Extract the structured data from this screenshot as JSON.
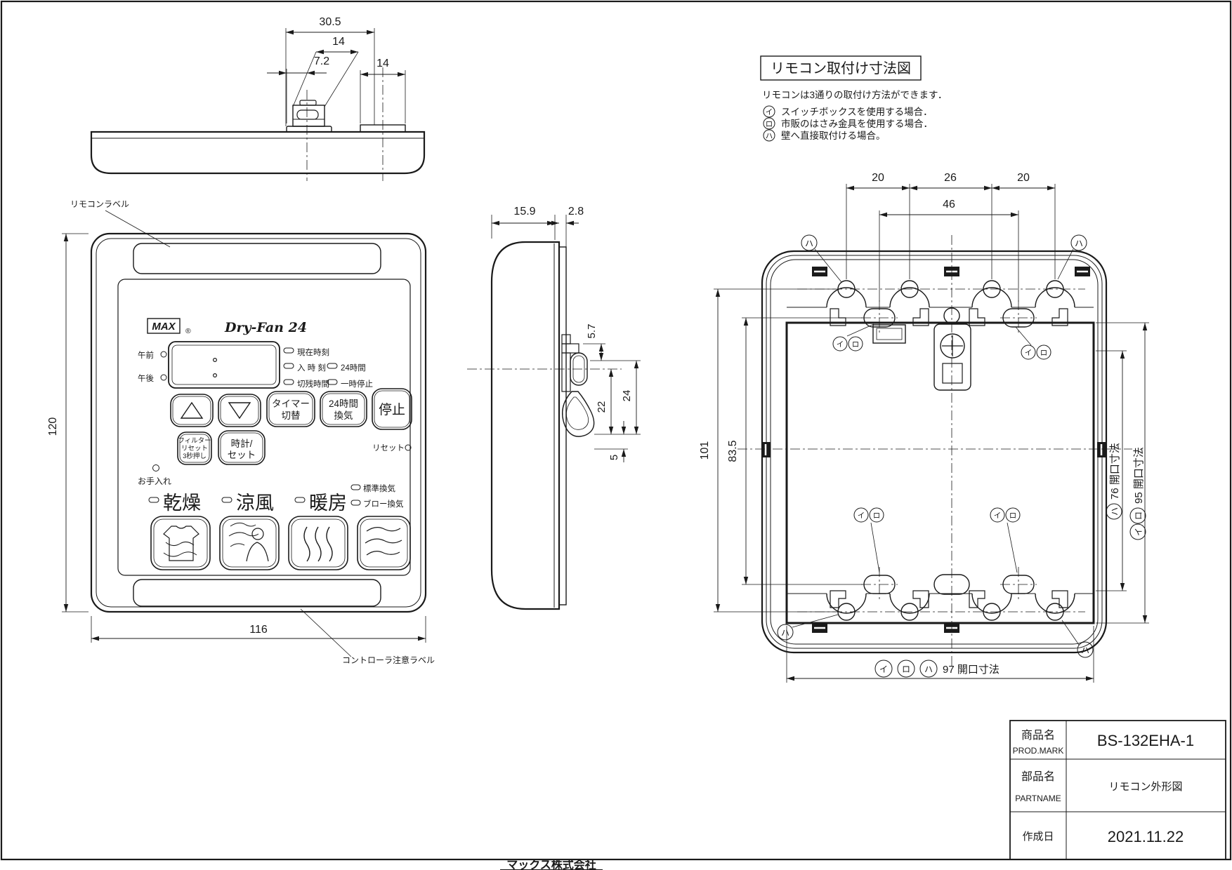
{
  "page": {
    "footer": "マックス株式会社"
  },
  "notes": {
    "title": "リモコン取付け寸法図",
    "intro": "リモコンは3通りの取付け方法ができます．",
    "items": [
      {
        "mark": "イ",
        "text": "スイッチボックスを使用する場合．"
      },
      {
        "mark": "ロ",
        "text": "市販のはさみ金具を使用する場合．"
      },
      {
        "mark": "ハ",
        "text": "壁へ直接取付ける場合。"
      }
    ]
  },
  "top_view": {
    "dim_overall": "30.5",
    "dim_slant": "14",
    "dim_left": "7.2",
    "dim_right": "14"
  },
  "front_view": {
    "pointer_top": "リモコンラベル",
    "pointer_bottom": "コントローラ注意ラベル",
    "brand": "MAX",
    "reg": "®",
    "product": "Dry-Fan 24",
    "am": "午前",
    "pm": "午後",
    "ind_now": "現在時刻",
    "ind_on": "入 時 刻",
    "ind_24h": "24時間",
    "ind_remain": "切残時間",
    "ind_pause": "一時停止",
    "btn_timer1": "タイマー",
    "btn_timer2": "切替",
    "btn_vent1": "24時間",
    "btn_vent2": "換気",
    "btn_stop": "停止",
    "btn_filter1": "フィルター",
    "btn_filter2": "リセット",
    "btn_filter3": "3秒押し",
    "btn_clock1": "時計/",
    "btn_clock2": "セット",
    "reset": "リセット",
    "care": "お手入れ",
    "mode_dry": "乾燥",
    "mode_cool": "涼風",
    "mode_heat": "暖房",
    "vent_std": "標準換気",
    "vent_blow": "ブロー換気",
    "dim_h": "120",
    "dim_w": "116"
  },
  "side_view": {
    "dim_depth": "15.9",
    "dim_plate": "2.8",
    "dim_hook": "5.7",
    "dim_24": "24",
    "dim_22": "22",
    "dim_5": "5"
  },
  "rear_view": {
    "dim_20a": "20",
    "dim_26": "26",
    "dim_20b": "20",
    "dim_46": "46",
    "dim_101": "101",
    "dim_835": "83.5",
    "mark_i": "イ",
    "mark_ro": "ロ",
    "mark_ha": "ハ",
    "open_76": "76 開口寸法",
    "open_95": "95 開口寸法",
    "open_97": "97 開口寸法"
  },
  "title_block": {
    "rows": [
      {
        "label_jp": "商品名",
        "label_en": "PROD.MARK",
        "value": "BS-132EHA-1"
      },
      {
        "label_jp": "部品名",
        "label_en": "PARTNAME",
        "value": "リモコン外形図"
      },
      {
        "label_jp": "作成日",
        "label_en": "",
        "value": "2021.11.22"
      }
    ]
  }
}
